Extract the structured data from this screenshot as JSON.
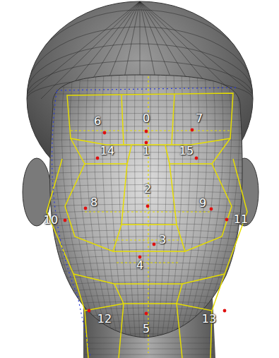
{
  "diagram": {
    "labels": [
      "0",
      "6",
      "7",
      "14",
      "1",
      "15",
      "2",
      "8",
      "9",
      "10",
      "11",
      "3",
      "4",
      "12",
      "5",
      "13"
    ]
  }
}
